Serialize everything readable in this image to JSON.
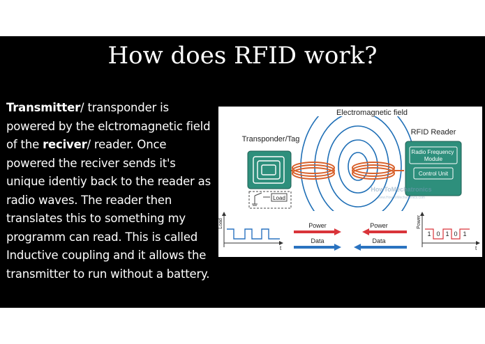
{
  "slide": {
    "title": "How does RFID work?",
    "paragraph": {
      "term1": "Transmitter",
      "part1": "/ transponder is powered by the elctromagnetic field of the ",
      "term2": "reciver",
      "part2": "/ reader. Once powered the reciver sends it's unique identiy back to the reader as radio waves. The reader then translates this to something my programm can read. This is called Inductive coupling and it allows the transmitter to run without a battery."
    }
  },
  "diagram": {
    "field_label": "Electromagnetic field",
    "tag_label": "Transponder/Tag",
    "reader_label": "RFID Reader",
    "rf_module_label": "Radio Frequency Module",
    "control_unit_label": "Control Unit",
    "load_label": "Load",
    "left_axis_label": "Load",
    "right_axis_label": "Power",
    "time_label_left": "t",
    "time_label_right": "t",
    "power_left_label": "Power",
    "power_right_label": "Power",
    "data_left_label": "Data",
    "data_right_label": "Data",
    "bits": [
      "1",
      "0",
      "1",
      "0",
      "1"
    ],
    "watermark": "HowToMechatronics",
    "watermark_url": "www.HowToMechatronics.com",
    "colors": {
      "teal": "#2e8f7c",
      "coil": "#d8602a",
      "field": "#1f6fb6",
      "power_arrow": "#d9343a",
      "data_arrow": "#2a73c0"
    }
  }
}
